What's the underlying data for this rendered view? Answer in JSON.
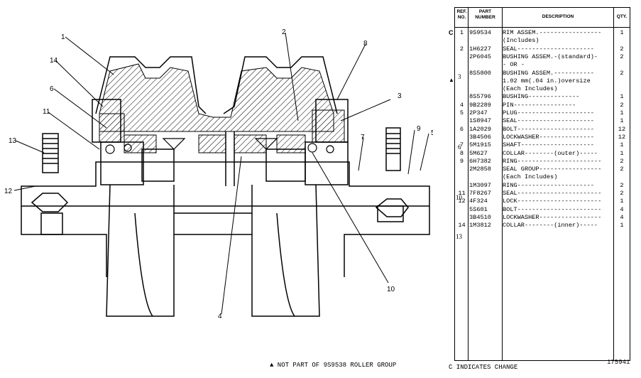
{
  "callouts": [
    "1",
    "2",
    "3",
    "4",
    "5",
    "6",
    "7",
    "8",
    "9",
    "10",
    "11",
    "12",
    "13",
    "14"
  ],
  "table": {
    "headers": {
      "ref": "REF. NO.",
      "part": "PART NUMBER",
      "desc": "DESCRIPTION",
      "qty": "QTY."
    },
    "rows": [
      {
        "ref": "1",
        "part": "9S9534",
        "desc": "RIM ASSEM.-----------------",
        "qty": "1"
      },
      {
        "ref": "",
        "part": "",
        "desc": "  (Includes)",
        "qty": ""
      },
      {
        "ref": "2",
        "part": "1H6227",
        "desc": "  SEAL---------------------",
        "qty": "2"
      },
      {
        "ref": "",
        "part": "2P6045",
        "desc": "  BUSHING ASSEM.-(standard)-",
        "qty": "2"
      },
      {
        "ref": "",
        "part": "",
        "desc": "        - OR -",
        "qty": ""
      },
      {
        "ref": "",
        "part": "8S5800",
        "desc": "  BUSHING ASSEM.-----------",
        "qty": "2"
      },
      {
        "ref": "",
        "part": "",
        "desc": "  1.02 mm(.04 in.)oversize",
        "qty": ""
      },
      {
        "ref": "",
        "part": "",
        "desc": "  (Each Includes)",
        "qty": ""
      },
      {
        "ref": "",
        "part": "8S5796",
        "desc": "     BUSHING--------------",
        "qty": "1"
      },
      {
        "ref": "4",
        "part": "9B2289",
        "desc": "     PIN-----------------",
        "qty": "2"
      },
      {
        "ref": "5",
        "part": "2P347",
        "desc": "  PLUG---------------------",
        "qty": "1"
      },
      {
        "ref": "",
        "part": "1S8947",
        "desc": "  SEAL---------------------",
        "qty": "1"
      },
      {
        "ref": "6",
        "part": "1A2029",
        "desc": "  BOLT---------------------",
        "qty": "12"
      },
      {
        "ref": "",
        "part": "3B4506",
        "desc": "  LOCKWASHER---------------",
        "qty": "12"
      },
      {
        "ref": "7",
        "part": "5M1915",
        "desc": "  SHAFT--------------------",
        "qty": "1"
      },
      {
        "ref": "8",
        "part": "5M627",
        "desc": "COLLAR--------(outer)-----",
        "qty": "1"
      },
      {
        "ref": "9",
        "part": "6H7382",
        "desc": "RING-----------------------",
        "qty": "2"
      },
      {
        "ref": "",
        "part": "2M2858",
        "desc": "SEAL GROUP-----------------",
        "qty": "2"
      },
      {
        "ref": "",
        "part": "",
        "desc": "  (Each Includes)",
        "qty": ""
      },
      {
        "ref": "",
        "part": "1M3097",
        "desc": "  RING---------------------",
        "qty": "2"
      },
      {
        "ref": "11",
        "part": "7F8267",
        "desc": "SEAL-----------------------",
        "qty": "2"
      },
      {
        "ref": "12",
        "part": "4F324",
        "desc": "LOCK-----------------------",
        "qty": "1"
      },
      {
        "ref": "",
        "part": "5S601",
        "desc": "BOLT-----------------------",
        "qty": "4"
      },
      {
        "ref": "",
        "part": "3B4510",
        "desc": "LOCKWASHER-----------------",
        "qty": "4"
      },
      {
        "ref": "14",
        "part": "1M3812",
        "desc": "COLLAR--------(inner)-----",
        "qty": "1"
      }
    ],
    "grouped_refs": {
      "ref_3": "3",
      "ref_6": "6",
      "ref_10": "10",
      "ref_13": "13"
    },
    "change_marker": "C",
    "footnote_marker": "▲",
    "catalog_number": "175941",
    "change_note": "C INDICATES CHANGE"
  },
  "footnote": "▲ NOT PART OF 9S9538 ROLLER GROUP"
}
